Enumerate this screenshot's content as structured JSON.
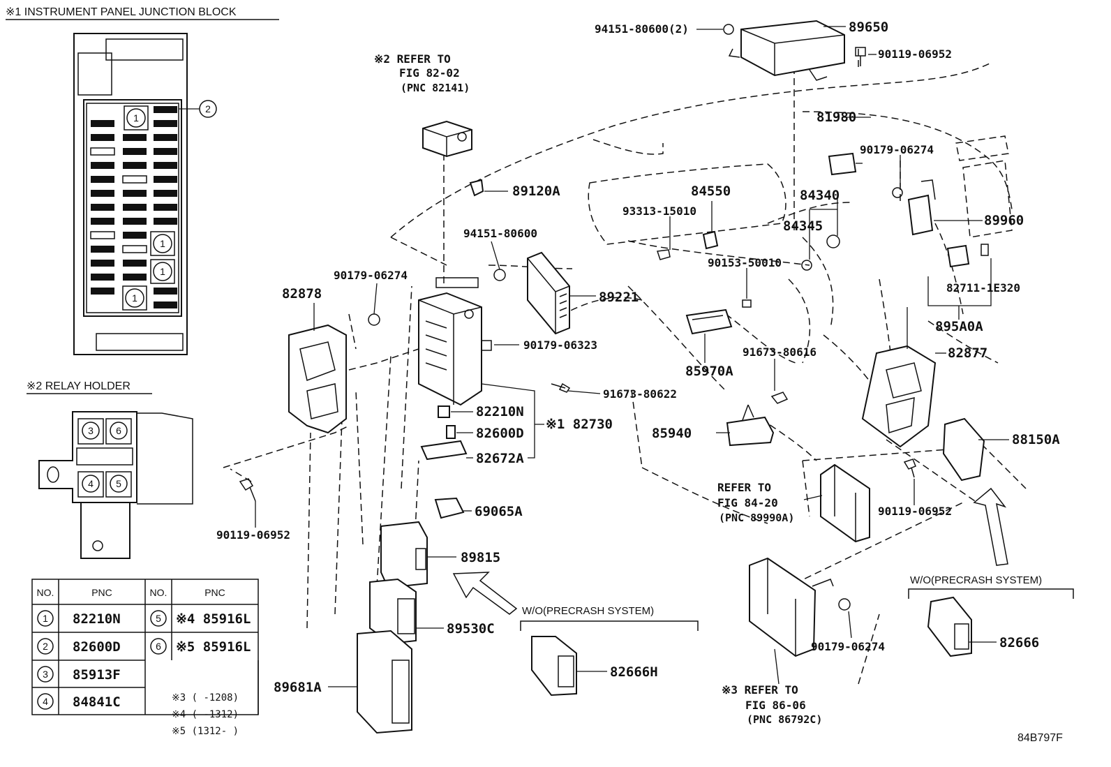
{
  "headers": {
    "junction_block": "※1 INSTRUMENT PANEL JUNCTION BLOCK",
    "relay_holder": "※2 RELAY HOLDER"
  },
  "refs": {
    "ref_8202": {
      "l1": "※2 REFER TO",
      "l2": "FIG 82-02",
      "l3": "(PNC 82141)"
    },
    "ref_8420": {
      "l1": "REFER TO",
      "l2": "FIG 84-20",
      "l3": "(PNC 89990A)"
    },
    "ref_8606": {
      "l1": "※3 REFER TO",
      "l2": "FIG 86-06",
      "l3": "(PNC 86792C)"
    }
  },
  "callouts": {
    "c_2": "2",
    "c_1a": "1",
    "c_1b": "1",
    "c_1c": "1",
    "c_1d": "1",
    "c_r3": "3",
    "c_r6": "6",
    "c_r4": "4",
    "c_r5": "5"
  },
  "parts": {
    "p94151_80600_2": "94151-80600(2)",
    "p89650": "89650",
    "p90119_06952_top": "90119-06952",
    "p81980": "81980",
    "p90179_06274_r": "90179-06274",
    "p84340": "84340",
    "p84345": "84345",
    "p84550": "84550",
    "p93313_15010": "93313-15010",
    "p90153_50010": "90153-50010",
    "p89960": "89960",
    "p82711_1e320": "82711-1E320",
    "p895a0a": "895A0A",
    "p82877": "82877",
    "p91673_80616": "91673-80616",
    "p85970a": "85970A",
    "p85940": "85940",
    "p88150a": "88150A",
    "p90119_06952_r": "90119-06952",
    "p89120a": "89120A",
    "p94151_80600": "94151-80600",
    "p90179_06274_l": "90179-06274",
    "p89221": "89221",
    "p82878": "82878",
    "p90179_06323": "90179-06323",
    "p91673_80622": "91673-80622",
    "p82210n": "82210N",
    "p82600d": "82600D",
    "p82730": "※1 82730",
    "p82672a": "82672A",
    "p69065a": "69065A",
    "p90119_06952_l": "90119-06952",
    "p89815": "89815",
    "p89530c": "89530C",
    "p89681a": "89681A",
    "p82666h": "82666H",
    "p90179_06274_b": "90179-06274",
    "p82666": "82666"
  },
  "variants": {
    "wo_precrash_left": "W/O(PRECRASH SYSTEM)",
    "wo_precrash_right": "W/O(PRECRASH SYSTEM)"
  },
  "table": {
    "headers": [
      "NO.",
      "PNC",
      "NO.",
      "PNC"
    ],
    "rows": [
      {
        "no": "1",
        "pnc": "82210N",
        "no2": "5",
        "pnc2": "※4 85916L"
      },
      {
        "no": "2",
        "pnc": "82600D",
        "no2": "6",
        "pnc2": "※5 85916L"
      },
      {
        "no": "3",
        "pnc": "85913F"
      },
      {
        "no": "4",
        "pnc": "84841C"
      }
    ]
  },
  "notes": {
    "n3": "※3 (      -1208)",
    "n4": "※4 (      -1312)",
    "n5": "※5 (1312-       )"
  },
  "figure_code": "84B797F"
}
